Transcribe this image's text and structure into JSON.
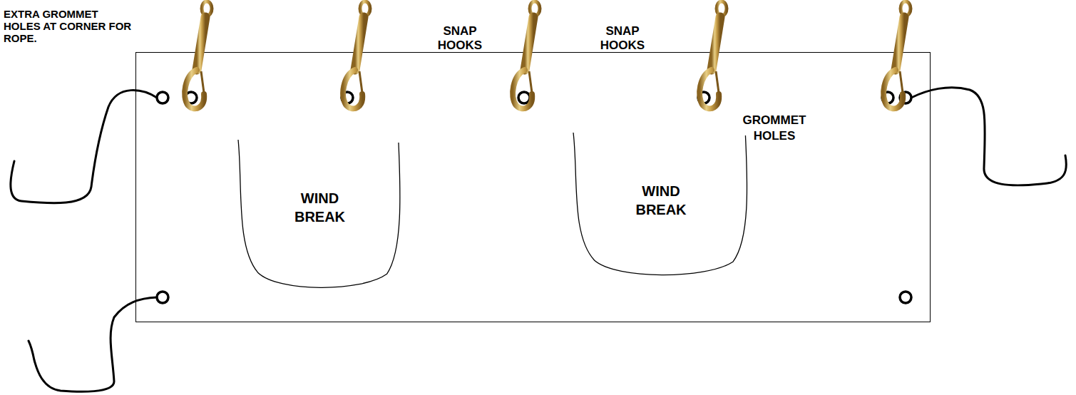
{
  "diagram": {
    "nodes": [
      {
        "text": [
          "GROMMET HOLES"
        ]
      },
      {
        "text": [
          "WIND BREAK"
        ],
        "in": 0
      },
      {
        "text": [
          "WIND BREAK"
        ],
        "in": 0
      }
    ],
    "labels": [
      "EXTRA GROMMET HOLES AT CORNER FOR ROPE.",
      "SNAP HOOKS",
      "SNAP HOOKS"
    ]
  }
}
